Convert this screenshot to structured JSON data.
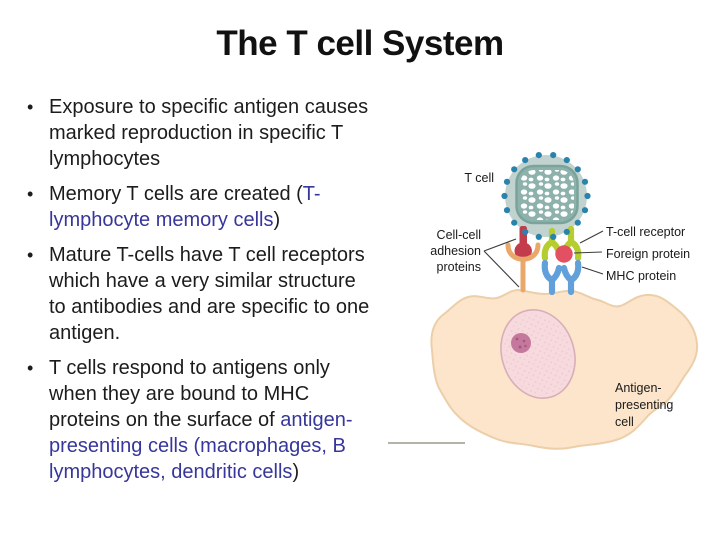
{
  "slide": {
    "title": "The T cell System",
    "text_color": "#1a1a1a",
    "link_color": "#36369b",
    "bullets": [
      {
        "pre": "Exposure to specific antigen causes\nmarked reproduction in specific T\nlymphocytes",
        "link": "",
        "post": ""
      },
      {
        "pre": "Memory T cells are created (",
        "link": "T-\nlymphocyte memory cells",
        "post": ")"
      },
      {
        "pre": "Mature T-cells have T cell receptors\nwhich have a very similar structure\nto antibodies and are specific to one\nantigen.",
        "link": "",
        "post": ""
      },
      {
        "pre": "T cells respond to antigens only\nwhen they are bound to MHC\nproteins on the surface of ",
        "link": "antigen-\npresenting cells (macrophages, B\nlymphocytes, dendritic cells",
        "post": ")"
      }
    ]
  },
  "diagram": {
    "labels": {
      "t_cell": "T cell",
      "adhesion": "Cell-cell\nadhesion\nproteins",
      "tcr": "T-cell receptor",
      "foreign": "Foreign protein",
      "mhc": "MHC protein",
      "apc": "Antigen-\npresenting\ncell"
    },
    "colors": {
      "membrane": "#c2d3cf",
      "membrane_dot": "#2a83ad",
      "cell_interior": "#8db2ac",
      "cell_interior_edge": "#7aa39c",
      "speckle": "#ffffff",
      "adhesion_protein": "#c23c4c",
      "adhesion_receptor": "#eaa76a",
      "tcr": "#b5cd2e",
      "foreign_protein": "#e25062",
      "mhc": "#61a0da",
      "apc_fill": "#fce5cb",
      "apc_edge": "#eccfa9",
      "nucleus_fill": "#f6dade",
      "nucleus_edge": "#d9aeb8",
      "nucleus_dot": "#ecc2cc",
      "nucleolus": "#c4799c",
      "nucleolus_dot": "#a2597f",
      "leader_line": "#3c3c3c"
    }
  }
}
